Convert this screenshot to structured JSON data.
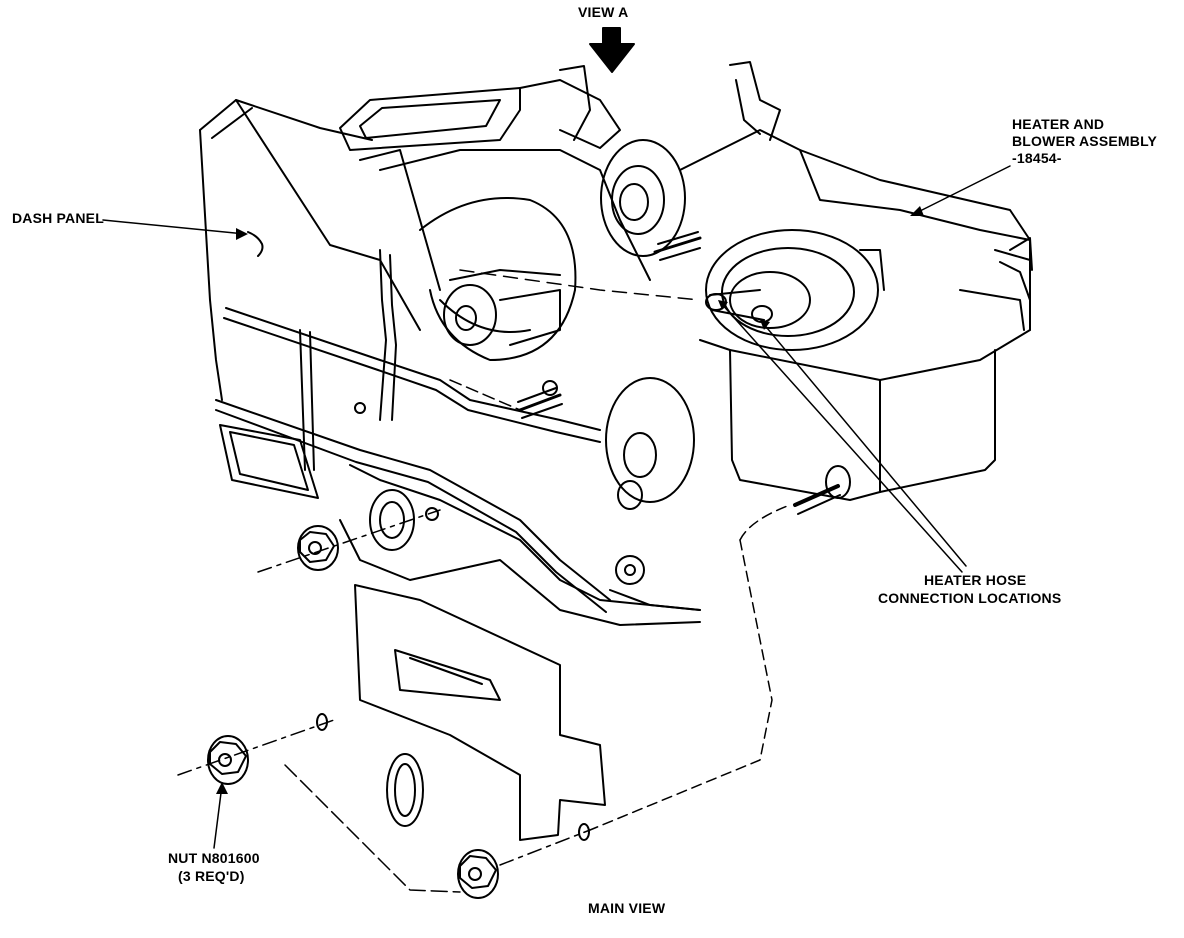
{
  "labels": {
    "view_a": "VIEW A",
    "heater_blower_line1": "HEATER AND",
    "heater_blower_line2": "BLOWER ASSEMBLY",
    "heater_blower_part": "-18454-",
    "dash_panel": "DASH PANEL",
    "heater_hose_line1": "HEATER HOSE",
    "heater_hose_line2": "CONNECTION LOCATIONS",
    "nut_line1": "NUT N801600",
    "nut_line2": "(3 REQ'D)",
    "main_view": "MAIN VIEW"
  },
  "colors": {
    "ink": "#000000",
    "paper": "#ffffff"
  }
}
